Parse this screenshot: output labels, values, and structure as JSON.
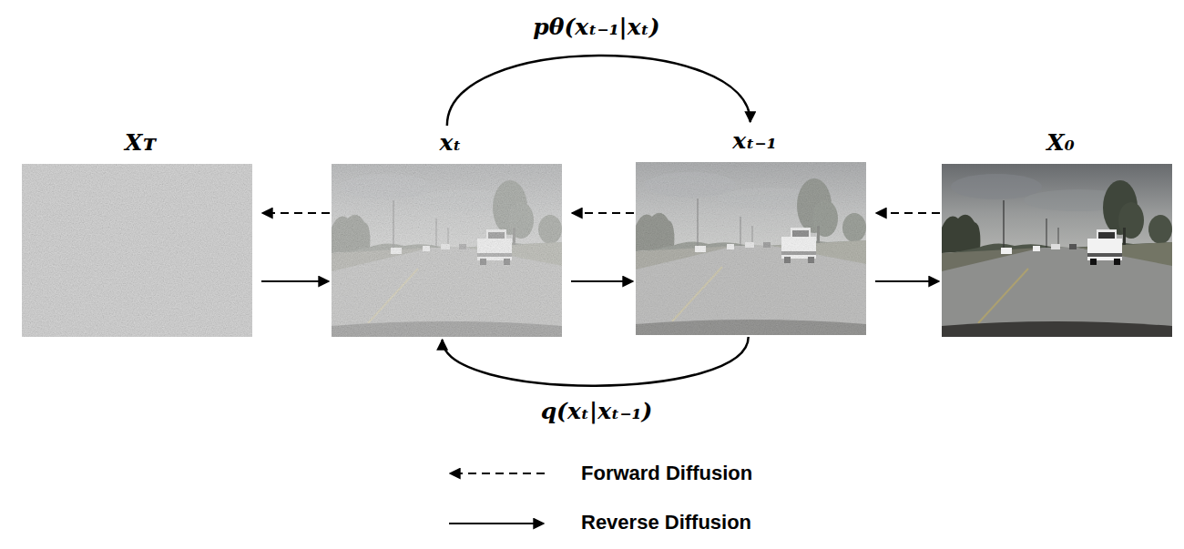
{
  "diagram": {
    "nodes": [
      {
        "text": [
          "Xᴛ"
        ]
      },
      {
        "text": [
          "xₜ"
        ]
      },
      {
        "text": [
          "xₜ₋₁"
        ]
      },
      {
        "text": [
          "X₀"
        ]
      }
    ],
    "edges": [
      {
        "from": 3,
        "to": 2,
        "arrow": "to"
      },
      {
        "from": 2,
        "to": 1,
        "arrow": "to"
      },
      {
        "from": 1,
        "to": 0,
        "arrow": "to"
      },
      {
        "from": 0,
        "to": 1,
        "arrow": "to"
      },
      {
        "from": 1,
        "to": 2,
        "arrow": "to"
      },
      {
        "from": 2,
        "to": 3,
        "arrow": "to"
      },
      {
        "from": 1,
        "to": 2,
        "label": "pθ(xₜ₋₁|xₜ)",
        "arrow": "to"
      },
      {
        "from": 2,
        "to": 1,
        "label": "q(xₜ|xₜ₋₁)",
        "arrow": "to"
      }
    ],
    "legend": [
      {
        "text": "Forward Diffusion"
      },
      {
        "text": "Reverse Diffusion"
      }
    ]
  }
}
